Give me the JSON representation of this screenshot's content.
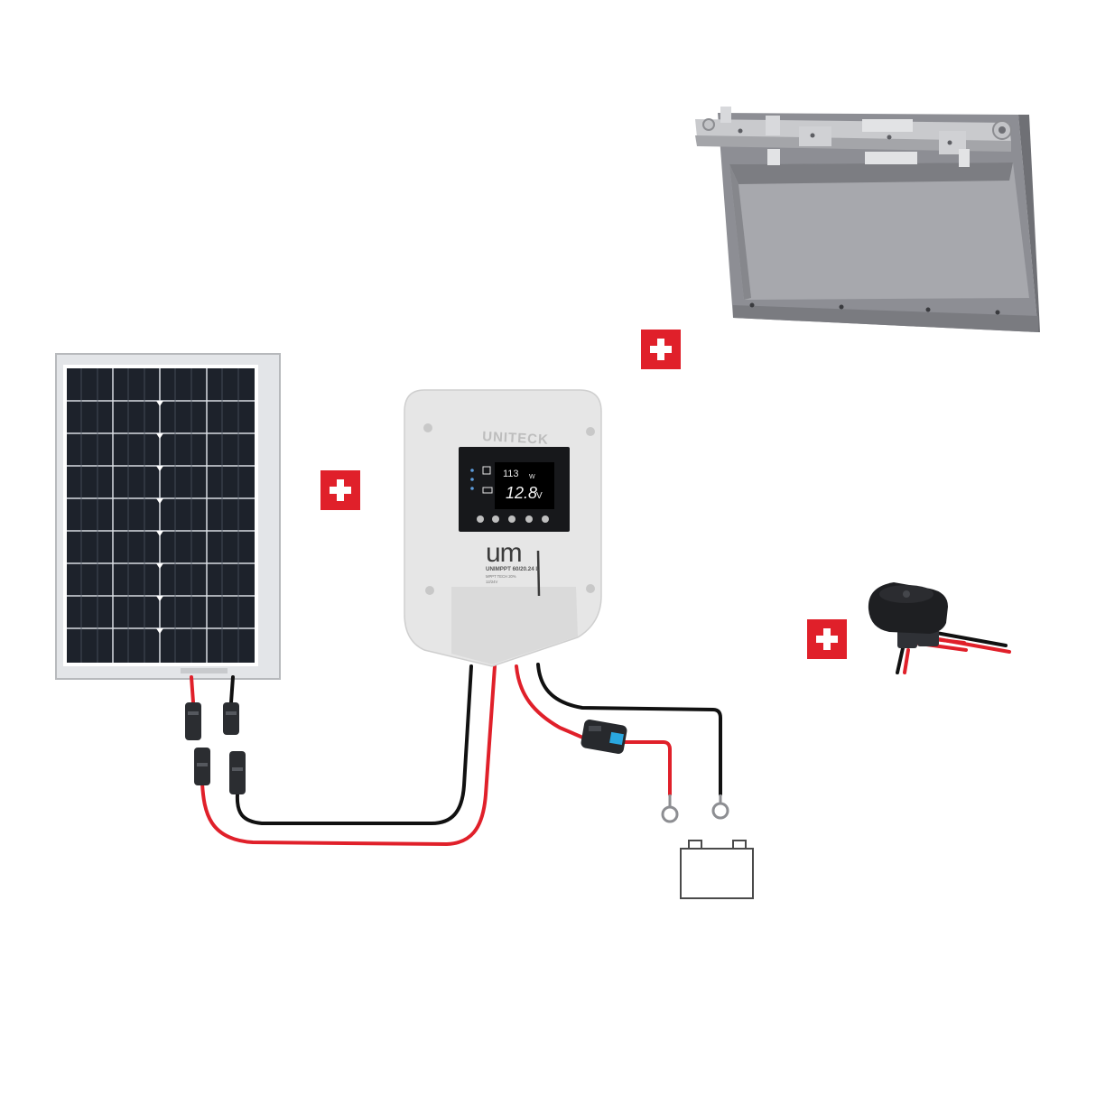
{
  "controller": {
    "brand": "UNITECK",
    "display_top_value": "113",
    "display_top_unit": "W",
    "display_bottom_value": "12.8",
    "display_bottom_unit": "V",
    "model_logo": "um",
    "model_name": "UNIMPPT 60/20.24 L",
    "model_sub1": "MPPT TECH 20%",
    "model_sub2": "12/24V"
  },
  "colors": {
    "accent_red": "#e0202a",
    "wire_red": "#e0202a",
    "wire_black": "#111111",
    "panel_cell": "#1d222b",
    "controller_body": "#e6e6e6",
    "bracket_gray": "#8c8d93"
  },
  "icons": [
    "plus-icon",
    "solar-panel",
    "charge-controller",
    "mounting-bracket",
    "cable-gland",
    "battery-icon",
    "fuse-holder"
  ]
}
